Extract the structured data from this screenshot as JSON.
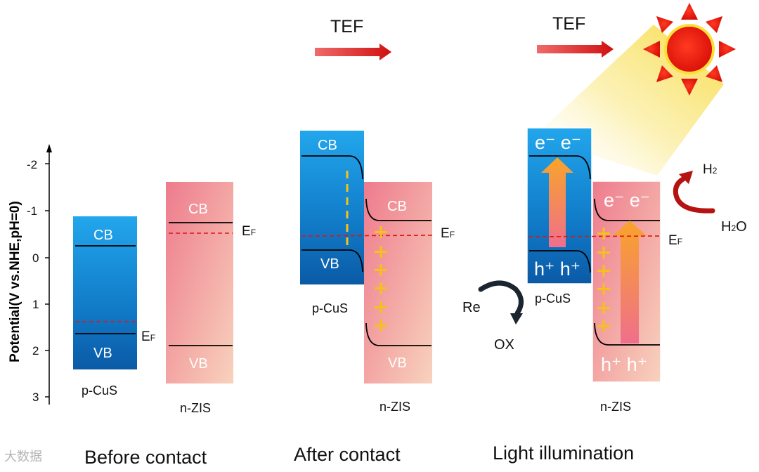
{
  "y_axis": {
    "label": "Potential(V vs.NHE,pH=0)",
    "ticks": [
      "-2",
      "-1",
      "0",
      "1",
      "2",
      "3"
    ]
  },
  "panels": [
    {
      "title": "Before contact",
      "pcus": {
        "cb": "CB",
        "vb": "VB",
        "name": "p-CuS",
        "ef": "E",
        "ef_sub": "F"
      },
      "nzis": {
        "cb": "CB",
        "vb": "VB",
        "name": "n-ZIS",
        "ef": "E",
        "ef_sub": "F"
      }
    },
    {
      "title": "After contact",
      "tef": "TEF",
      "pcus": {
        "cb": "CB",
        "vb": "VB",
        "name": "p-CuS"
      },
      "nzis": {
        "cb": "CB",
        "vb": "VB",
        "name": "n-ZIS"
      },
      "ef": "E",
      "ef_sub": "F"
    },
    {
      "title": "Light illumination",
      "tef": "TEF",
      "pcus": {
        "name": "p-CuS",
        "electrons": "e⁻ e⁻",
        "holes": "h⁺ h⁺"
      },
      "nzis": {
        "name": "n-ZIS",
        "electrons": "e⁻ e⁻",
        "holes": "h⁺ h⁺"
      },
      "ef": "E",
      "ef_sub": "F",
      "reactions": {
        "h2": "H",
        "h2_sub": "2",
        "h2o": "H",
        "h2o_sub": "2",
        "h2o_tail": "O",
        "re": "Re",
        "ox": "OX"
      }
    }
  ],
  "watermark": "大数据",
  "colors": {
    "pcus_top": "#1ea0e6",
    "pcus_bottom": "#0a5aa8",
    "nzis_top": "#ef7d8e",
    "nzis_bottom": "#f6cbb7",
    "tef_arrow": "#d61a1a",
    "ef_line": "#e01515",
    "hole_plus": "#f5c11a",
    "sun": "#e8140c"
  }
}
